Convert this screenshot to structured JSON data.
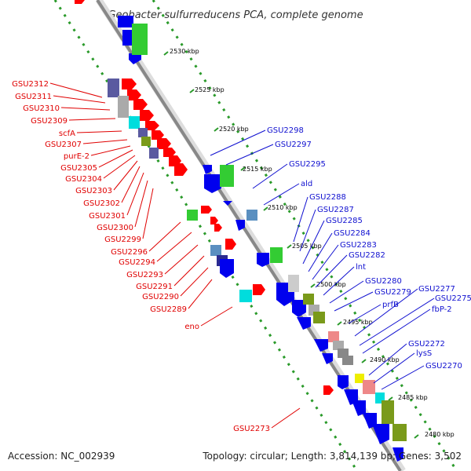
{
  "header": {
    "title": "Geobacter sulfurreducens PCA, complete genome"
  },
  "footer": {
    "accession": "Accession: NC_002939",
    "topology": "Topology: circular; Length: 3,814,139 bp; Genes: 3,502"
  },
  "colors": {
    "forward": "#ff0000",
    "reverse": "#0000ee",
    "green": "#33cc33",
    "olive": "#7a9a1a",
    "cyan": "#00dddd",
    "purple": "#5a5aa0",
    "steel": "#5a8fc0",
    "gray": "#aaaaaa",
    "pink": "#ee8888",
    "yellow": "#eeee00",
    "label_left": "#e00000",
    "label_right": "#1010d0",
    "dots": "#2a9a2a"
  },
  "ticks": [
    {
      "label": "2530 kbp",
      "pos": 2530
    },
    {
      "label": "2525 kbp",
      "pos": 2525
    },
    {
      "label": "2520 kbp",
      "pos": 2520
    },
    {
      "label": "2515 kbp",
      "pos": 2515
    },
    {
      "label": "2510 kbp",
      "pos": 2510
    },
    {
      "label": "2505 kbp",
      "pos": 2505
    },
    {
      "label": "2500 kbp",
      "pos": 2500
    },
    {
      "label": "2495 kbp",
      "pos": 2495
    },
    {
      "label": "2490 kbp",
      "pos": 2490
    },
    {
      "label": "2485 kbp",
      "pos": 2485
    },
    {
      "label": "2480 kbp",
      "pos": 2480
    }
  ],
  "left_labels": [
    "GSU2312",
    "GSU2311",
    "GSU2310",
    "GSU2309",
    "scfA",
    "GSU2307",
    "purE-2",
    "GSU2305",
    "GSU2304",
    "GSU2303",
    "GSU2302",
    "GSU2301",
    "GSU2300",
    "GSU2299",
    "GSU2296",
    "GSU2294",
    "GSU2293",
    "GSU2291",
    "GSU2290",
    "GSU2289",
    "eno",
    "GSU2273"
  ],
  "right_labels": [
    "GSU2298",
    "GSU2297",
    "GSU2295",
    "ald",
    "GSU2288",
    "GSU2287",
    "GSU2285",
    "GSU2284",
    "GSU2283",
    "GSU2282",
    "lnt",
    "GSU2280",
    "GSU2279",
    "prfB",
    "GSU2277",
    "GSU2275",
    "fbP-2",
    "GSU2272",
    "lysS",
    "GSU2270"
  ]
}
